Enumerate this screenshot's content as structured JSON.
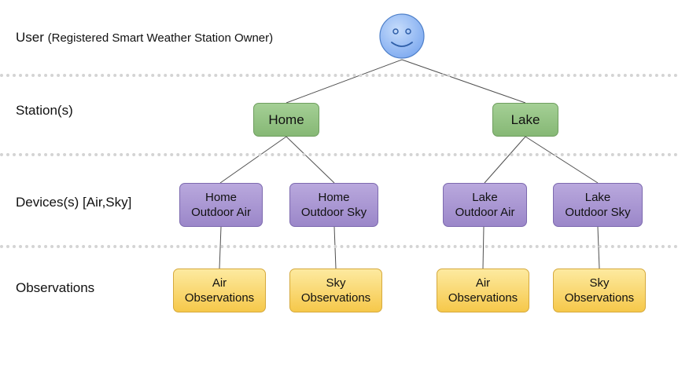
{
  "rows": {
    "user": {
      "label": "User",
      "sublabel": "(Registered Smart Weather Station Owner)"
    },
    "stations": {
      "label": "Station(s)"
    },
    "devices": {
      "label": "Devices(s) [Air,Sky]"
    },
    "observations": {
      "label": "Observations"
    }
  },
  "stations": [
    {
      "name": "Home"
    },
    {
      "name": "Lake"
    }
  ],
  "devices": [
    {
      "line1": "Home",
      "line2": "Outdoor Air"
    },
    {
      "line1": "Home",
      "line2": "Outdoor Sky"
    },
    {
      "line1": "Lake",
      "line2": "Outdoor Air"
    },
    {
      "line1": "Lake",
      "line2": "Outdoor Sky"
    }
  ],
  "observations": [
    {
      "line1": "Air",
      "line2": "Observations"
    },
    {
      "line1": "Sky",
      "line2": "Observations"
    },
    {
      "line1": "Air",
      "line2": "Observations"
    },
    {
      "line1": "Sky",
      "line2": "Observations"
    }
  ],
  "colors": {
    "station_fill": "#94c483",
    "device_fill": "#ab98d4",
    "observation_fill": "#f9d66c",
    "user_fill": "#9cc2f5",
    "divider": "#d4d4d4"
  },
  "icons": {
    "user": "smiley-face-icon"
  }
}
